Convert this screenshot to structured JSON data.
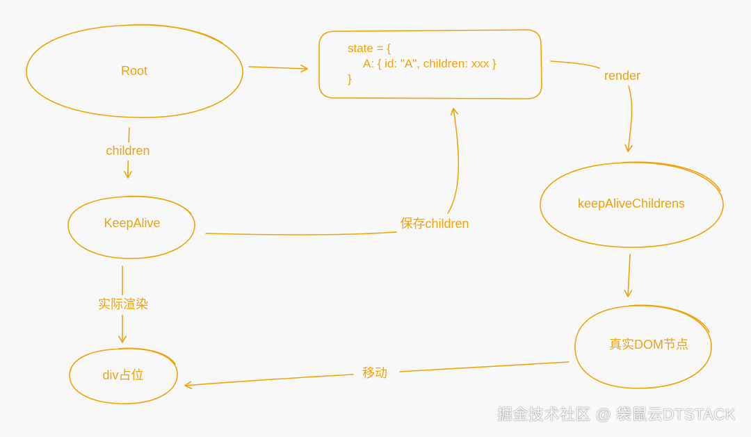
{
  "nodes": {
    "root": {
      "label": "Root"
    },
    "keepalive": {
      "label": "KeepAlive"
    },
    "div_placeholder": {
      "label": "div占位"
    },
    "keepalive_childrens": {
      "label": "keepAliveChildrens"
    },
    "real_dom": {
      "label": "真实DOM节点"
    },
    "state": {
      "line1": "state = {",
      "line2": "A: { id: \"A\", children: xxx }",
      "line3": "}"
    }
  },
  "edges": {
    "root_to_keepalive": {
      "label": "children"
    },
    "keepalive_to_div": {
      "label": "实际渲染"
    },
    "keepalive_to_state": {
      "label": "保存children"
    },
    "state_to_keepalive_childrens": {
      "label": "render"
    },
    "real_dom_to_div": {
      "label": "移动"
    }
  },
  "watermark": "掘金技术社区 @ 袋鼠云DTSTACK",
  "colors": {
    "stroke": "#f0a30a",
    "background": "#f8f8f8"
  }
}
